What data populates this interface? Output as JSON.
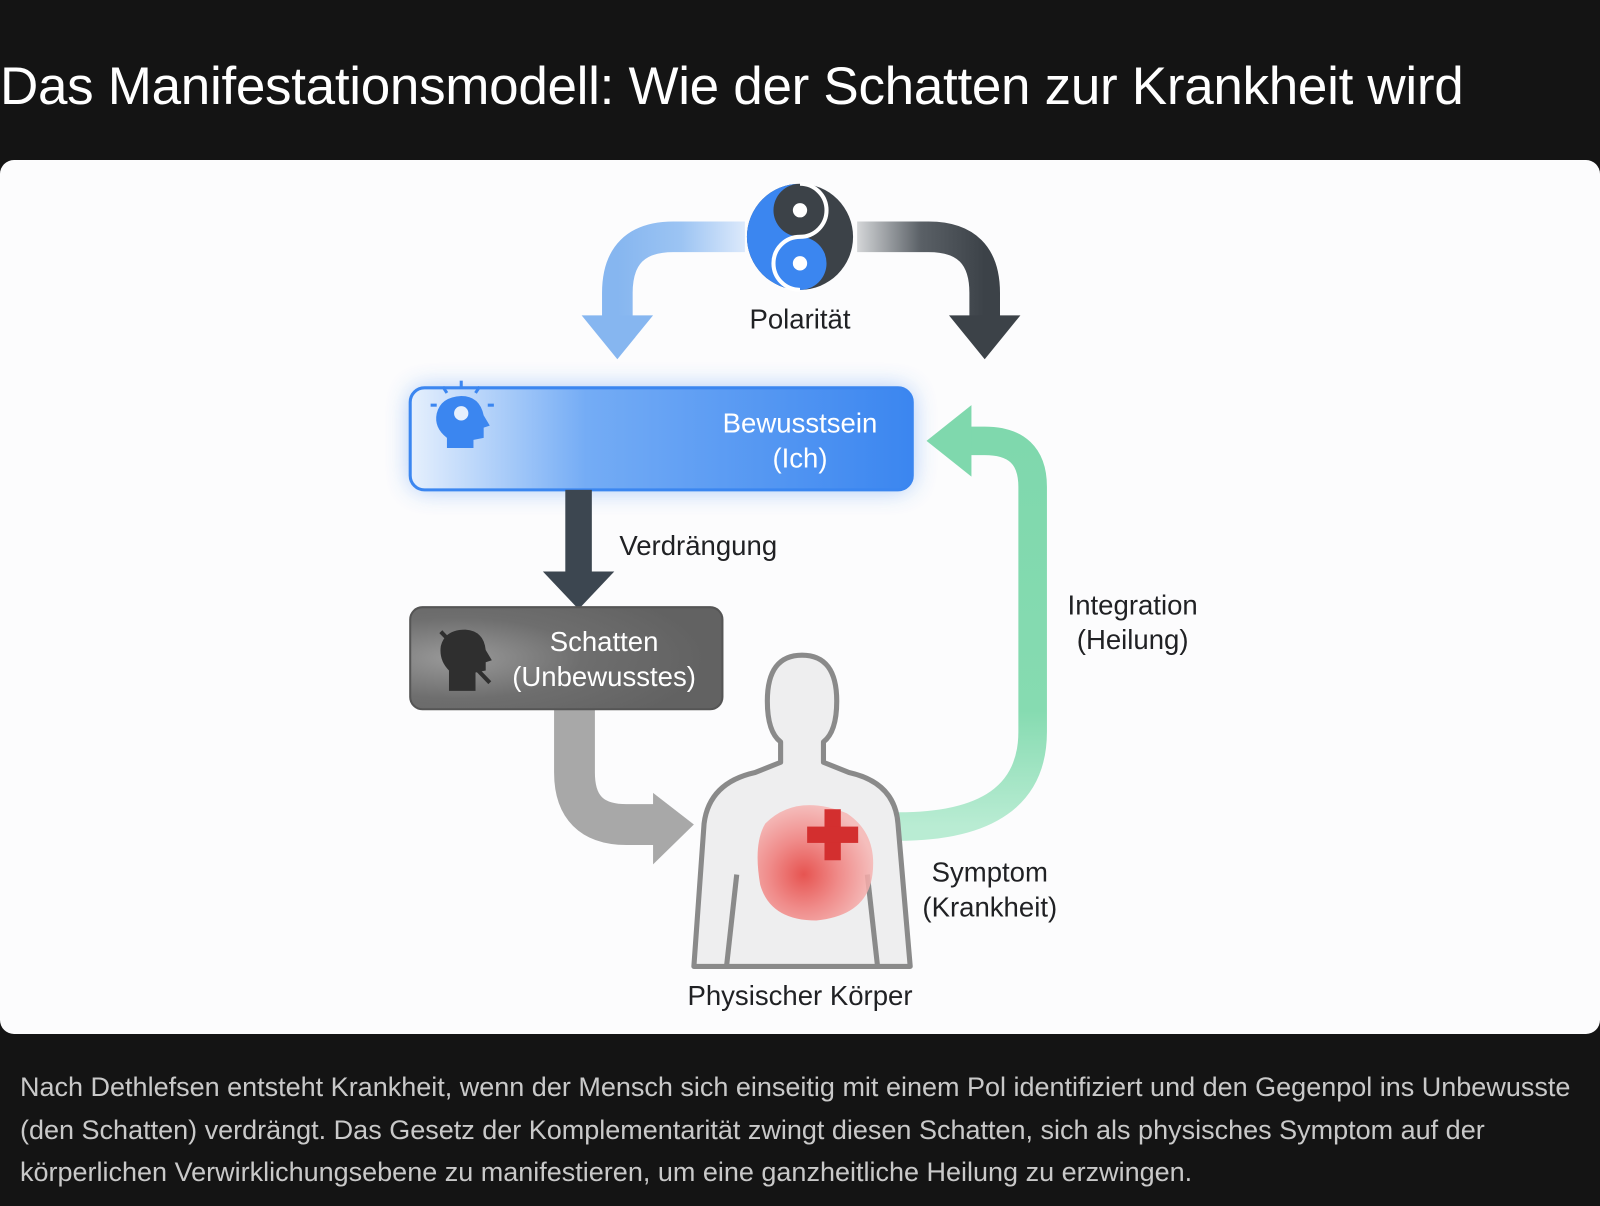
{
  "title": "Das Manifestationsmodell: Wie der Schatten zur Krankheit wird",
  "diagram": {
    "polarity_label": "Polarität",
    "consciousness": {
      "line1": "Bewusstsein",
      "line2": "(Ich)"
    },
    "repression_label": "Verdrängung",
    "shadow": {
      "line1": "Schatten",
      "line2": "(Unbewusstes)"
    },
    "integration": {
      "line1": "Integration",
      "line2": "(Heilung)"
    },
    "symptom": {
      "line1": "Symptom",
      "line2": "(Krankheit)"
    },
    "body_label": "Physischer Körper",
    "colors": {
      "blue": "#3b86f0",
      "dark": "#3c4248",
      "gray": "#6b6b6b",
      "green": "#7fd8ad",
      "red": "#d32f2f"
    }
  },
  "caption": "Nach Dethlefsen entsteht Krankheit, wenn der Mensch sich einseitig mit einem Pol identifiziert und den Gegenpol ins Unbewusste (den Schatten) verdrängt. Das Gesetz der Komplementarität zwingt diesen Schatten, sich als physisches Symptom auf der körperlichen Verwirklichungsebene zu manifestieren, um eine ganzheitliche Heilung zu erzwingen."
}
